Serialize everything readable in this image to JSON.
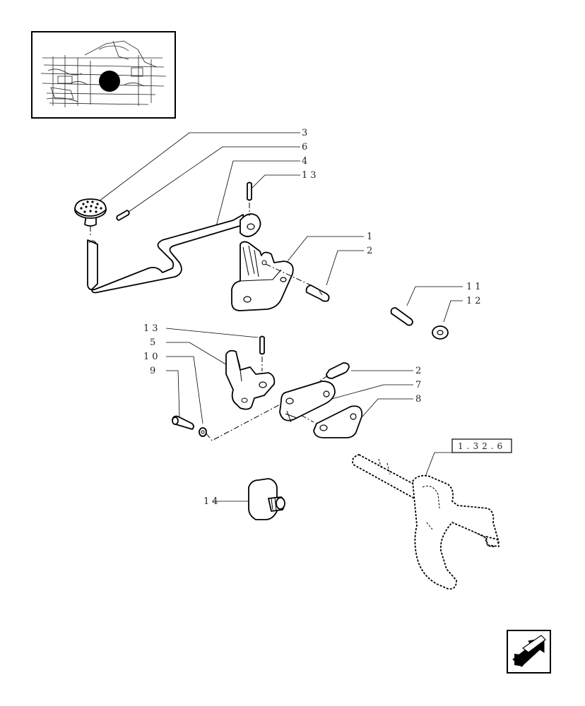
{
  "callouts": {
    "c3": "3",
    "c6": "6",
    "c4": "4",
    "c13a": "13",
    "c1": "1",
    "c2a": "2",
    "c11": "11",
    "c12": "12",
    "c13b": "13",
    "c5": "5",
    "c10": "10",
    "c9": "9",
    "c2b": "2",
    "c7": "7",
    "c8": "8",
    "c14": "14"
  },
  "reference": {
    "label": "1.32.6"
  },
  "nav": {
    "icon": "next-page-arrow-icon"
  }
}
